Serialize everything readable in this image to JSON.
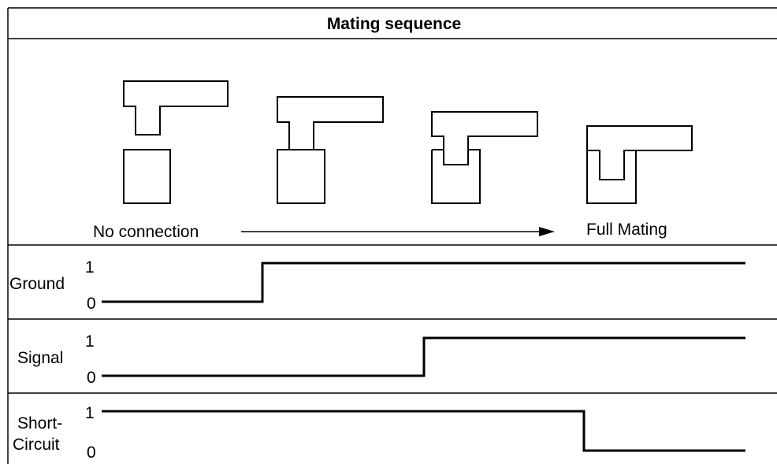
{
  "title": "Mating sequence",
  "stage_labels": {
    "start": "No connection",
    "end": "Full Mating"
  },
  "mating_stages": [
    {
      "engagement": "separated"
    },
    {
      "engagement": "touching"
    },
    {
      "engagement": "partially inserted"
    },
    {
      "engagement": "fully inserted"
    }
  ],
  "signals": [
    {
      "name": "Ground",
      "high_label": "1",
      "low_label": "0",
      "initial_level": 0,
      "final_level": 1,
      "transition_stage": 2
    },
    {
      "name": "Signal",
      "high_label": "1",
      "low_label": "0",
      "initial_level": 0,
      "final_level": 1,
      "transition_stage": 3
    },
    {
      "name_line1": "Short-",
      "name_line2": "Circuit",
      "high_label": "1",
      "low_label": "0",
      "initial_level": 1,
      "final_level": 0,
      "transition_stage": 4
    }
  ],
  "colors": {
    "line": "#000000",
    "background": "#ffffff"
  }
}
